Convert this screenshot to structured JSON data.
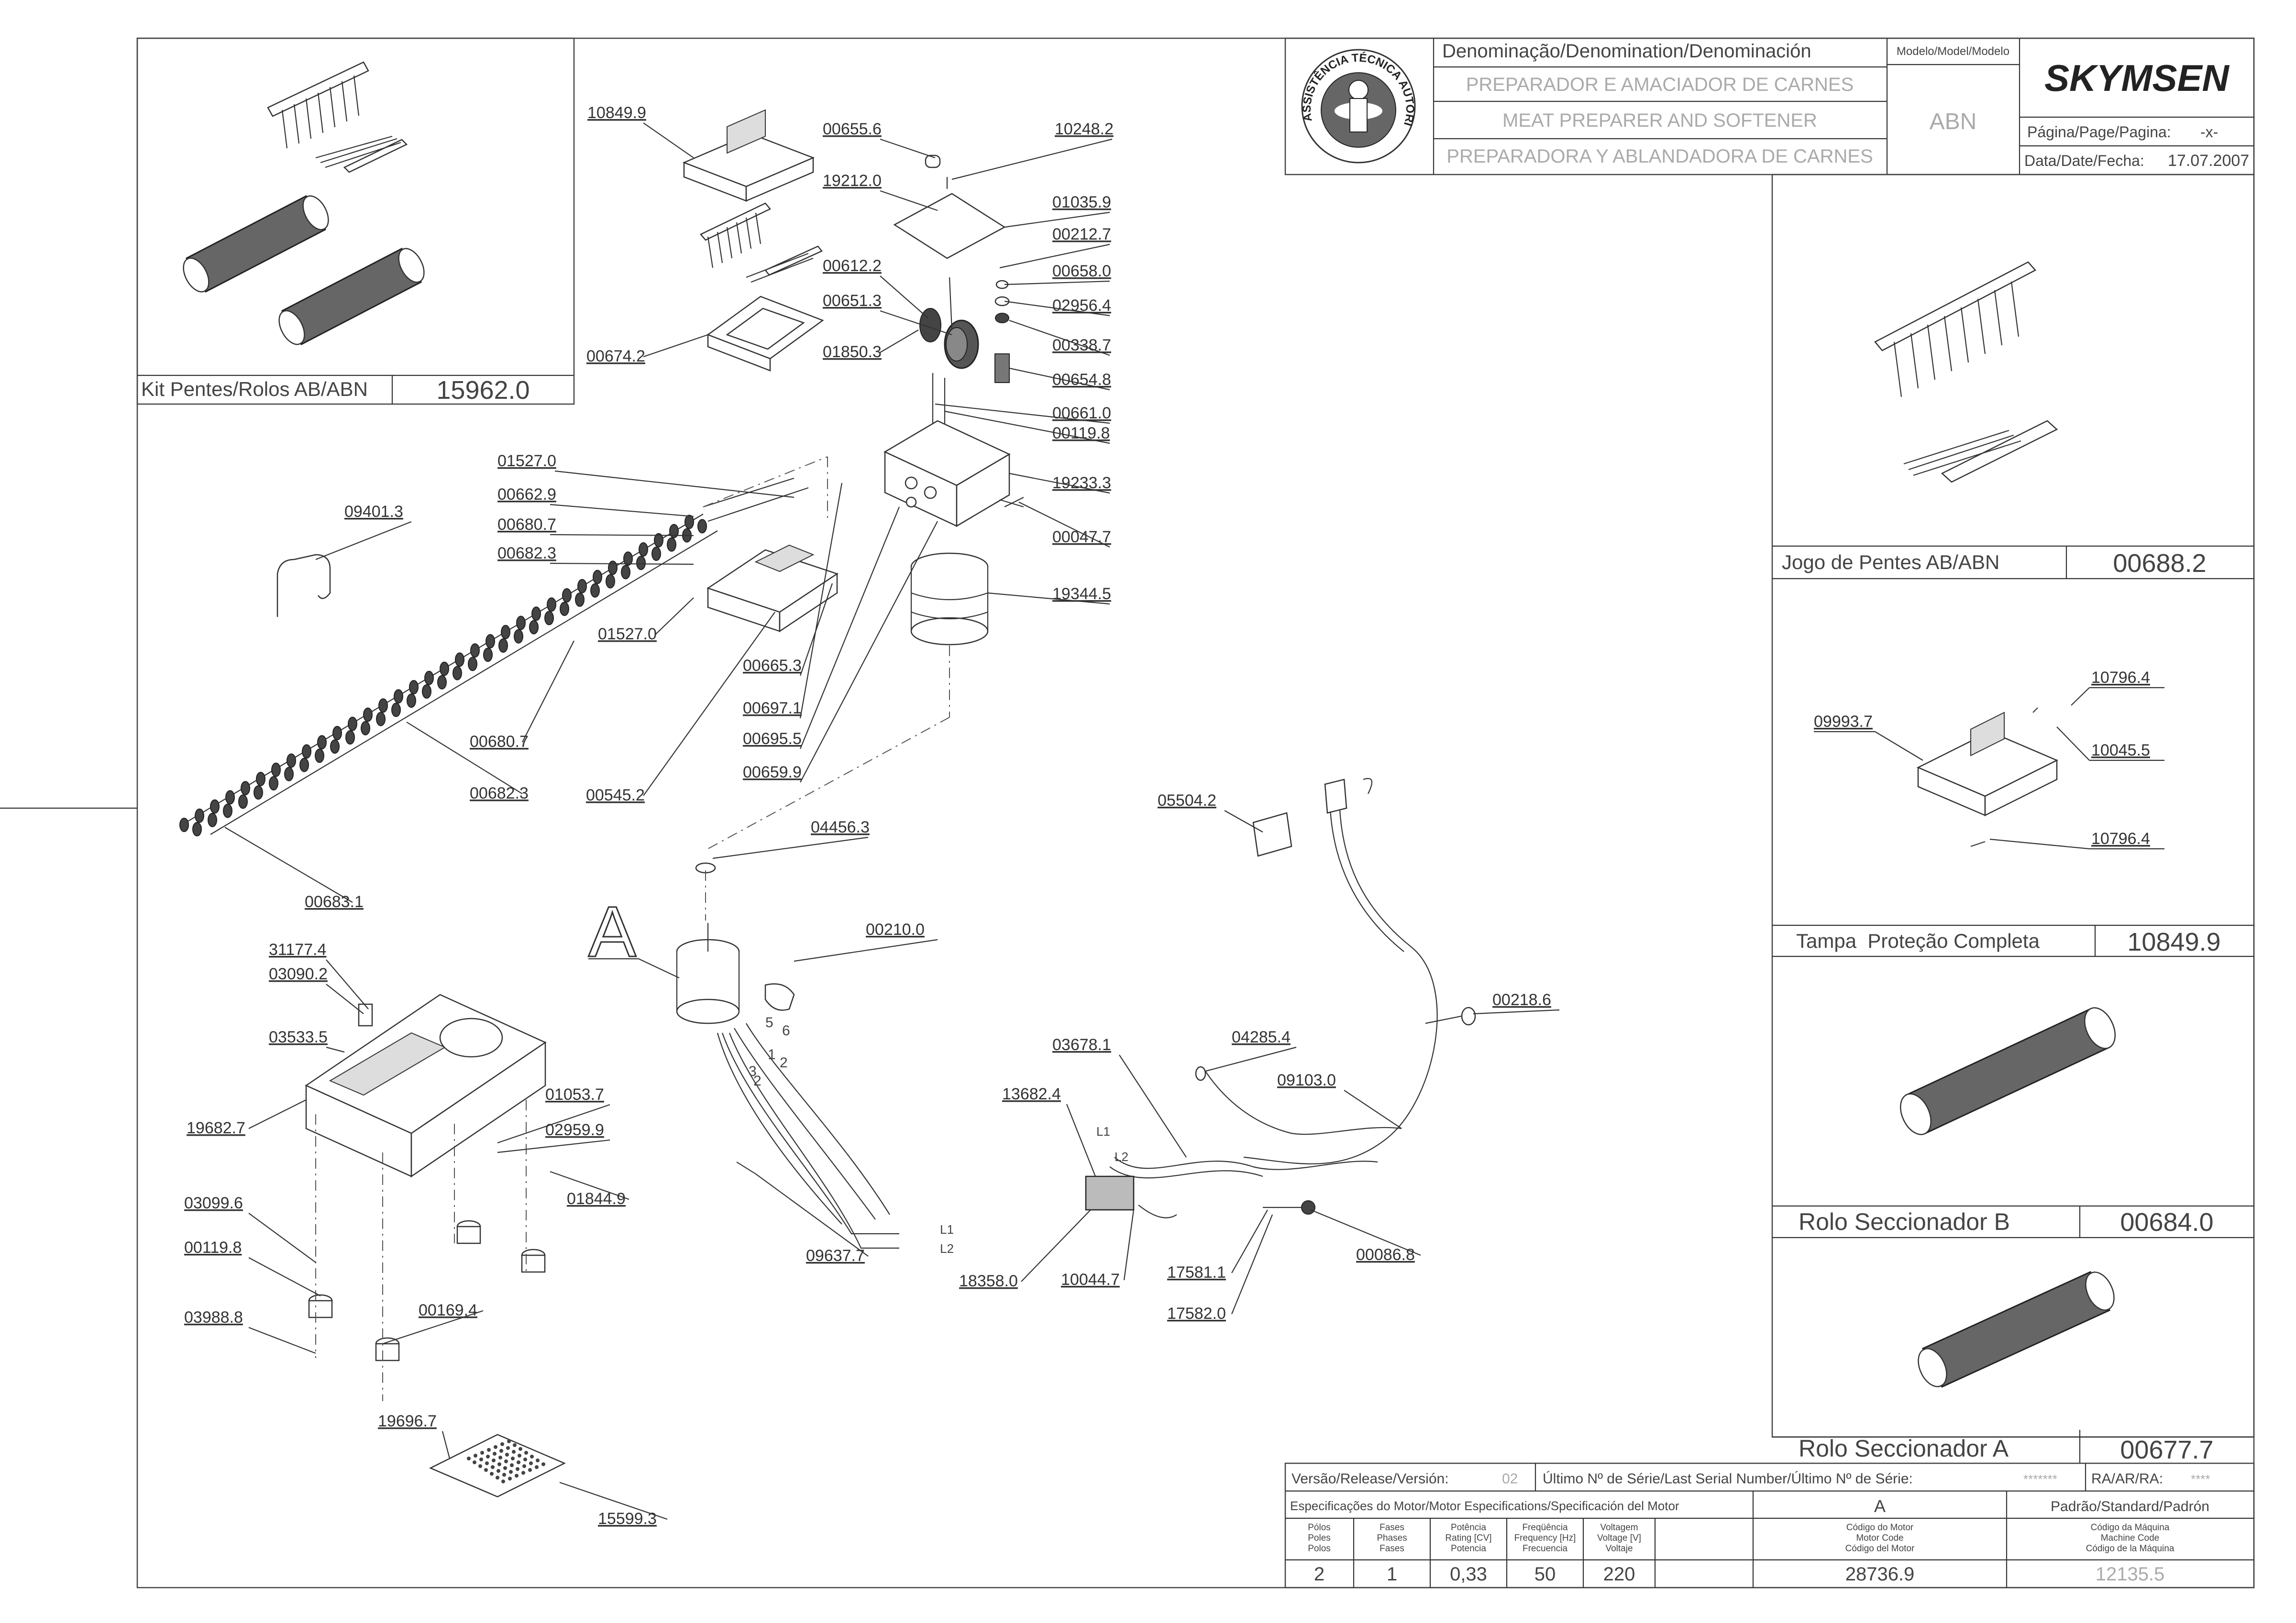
{
  "title_block": {
    "header": "Denominação/Denomination/Denominación",
    "name_pt": "PREPARADOR E AMACIADOR DE CARNES",
    "name_en": "MEAT PREPARER AND SOFTENER",
    "name_es": "PREPARADORA Y ABLANDADORA DE CARNES",
    "model_header": "Modelo/Model/Modelo",
    "model": "ABN",
    "brand": "SKYMSEN",
    "page_label": "Página/Page/Pagina:",
    "page_value": "-x-",
    "date_label": "Data/Date/Fecha:",
    "date_value": "17.07.2007",
    "seal_text": "ASSISTÊNCIA TÉCNICA AUTORIZADA"
  },
  "bottom_block": {
    "release_label": "Versão/Release/Versión:",
    "release_value": "02",
    "serial_label": "Último Nº de Série/Last Serial Number/Último Nº de Série:",
    "serial_value": "*******",
    "ra_label": "RA/AR/RA:",
    "ra_value": "****",
    "motor_spec_label": "Especificações do Motor/Motor Especifications/Specificación del Motor",
    "spec_letter": "A",
    "standard_label": "Padrão/Standard/Padrón",
    "columns": [
      {
        "l1": "Pólos",
        "l2": "Poles",
        "l3": "Polos",
        "value": "2"
      },
      {
        "l1": "Fases",
        "l2": "Phases",
        "l3": "Fases",
        "value": "1"
      },
      {
        "l1": "Potência",
        "l2": "Rating [CV]",
        "l3": "Potencia",
        "value": "0,33"
      },
      {
        "l1": "Freqüência",
        "l2": "Frequency [Hz]",
        "l3": "Frecuencia",
        "value": "50"
      },
      {
        "l1": "Voltagem",
        "l2": "Voltage [V]",
        "l3": "Voltaje",
        "value": "220"
      },
      {
        "l1": "Código do Motor",
        "l2": "Motor Code",
        "l3": "Código del Motor",
        "value": "28736.9"
      },
      {
        "l1": "Código da Máquina",
        "l2": "Machine Code",
        "l3": "Código de la Máquina",
        "value": "12135.5"
      }
    ]
  },
  "kits": [
    {
      "label": "Kit Pentes/Rolos AB/ABN",
      "code": "15962.0"
    },
    {
      "label": "Jogo de Pentes AB/ABN",
      "code": "00688.2"
    },
    {
      "label": "Tampa  Proteção Completa",
      "code": "10849.9"
    },
    {
      "label": "Rolo Seccionador B",
      "code": "00684.0"
    },
    {
      "label": "Rolo Seccionador A",
      "code": "00677.7"
    }
  ],
  "inset_parts": {
    "p1": "10796.4",
    "p2": "09993.7",
    "p3": "10045.5",
    "p4": "10796.4"
  },
  "motor_detail": "A",
  "wire_labels": {
    "w5": "5",
    "w6": "6",
    "w1": "1",
    "w2": "2",
    "w3": "3",
    "w2b": "2",
    "l1": "L1",
    "l2": "L2",
    "cl1": "L1",
    "cl2": "L2"
  },
  "parts": [
    "10849.9",
    "00655.6",
    "10248.2",
    "19212.0",
    "01035.9",
    "00212.7",
    "00612.2",
    "00658.0",
    "00651.3",
    "02956.4",
    "00674.2",
    "01850.3",
    "00338.7",
    "00654.8",
    "00661.0",
    "00119.8",
    "01527.0",
    "19233.3",
    "00662.9",
    "00680.7",
    "00047.7",
    "00682.3",
    "09401.3",
    "19344.5",
    "01527.0",
    "00665.3",
    "00697.1",
    "00695.5",
    "00680.7",
    "00659.9",
    "00682.3",
    "00545.2",
    "04456.3",
    "00683.1",
    "31177.4",
    "03090.2",
    "00210.0",
    "03533.5",
    "01053.7",
    "19682.7",
    "02959.9",
    "01844.9",
    "03099.6",
    "00119.8",
    "00169.4",
    "03988.8",
    "09637.7",
    "19696.7",
    "15599.3",
    "05504.2",
    "00218.6",
    "03678.1",
    "04285.4",
    "09103.0",
    "13682.4",
    "18358.0",
    "10044.7",
    "17581.1",
    "00086.8",
    "17582.0"
  ]
}
